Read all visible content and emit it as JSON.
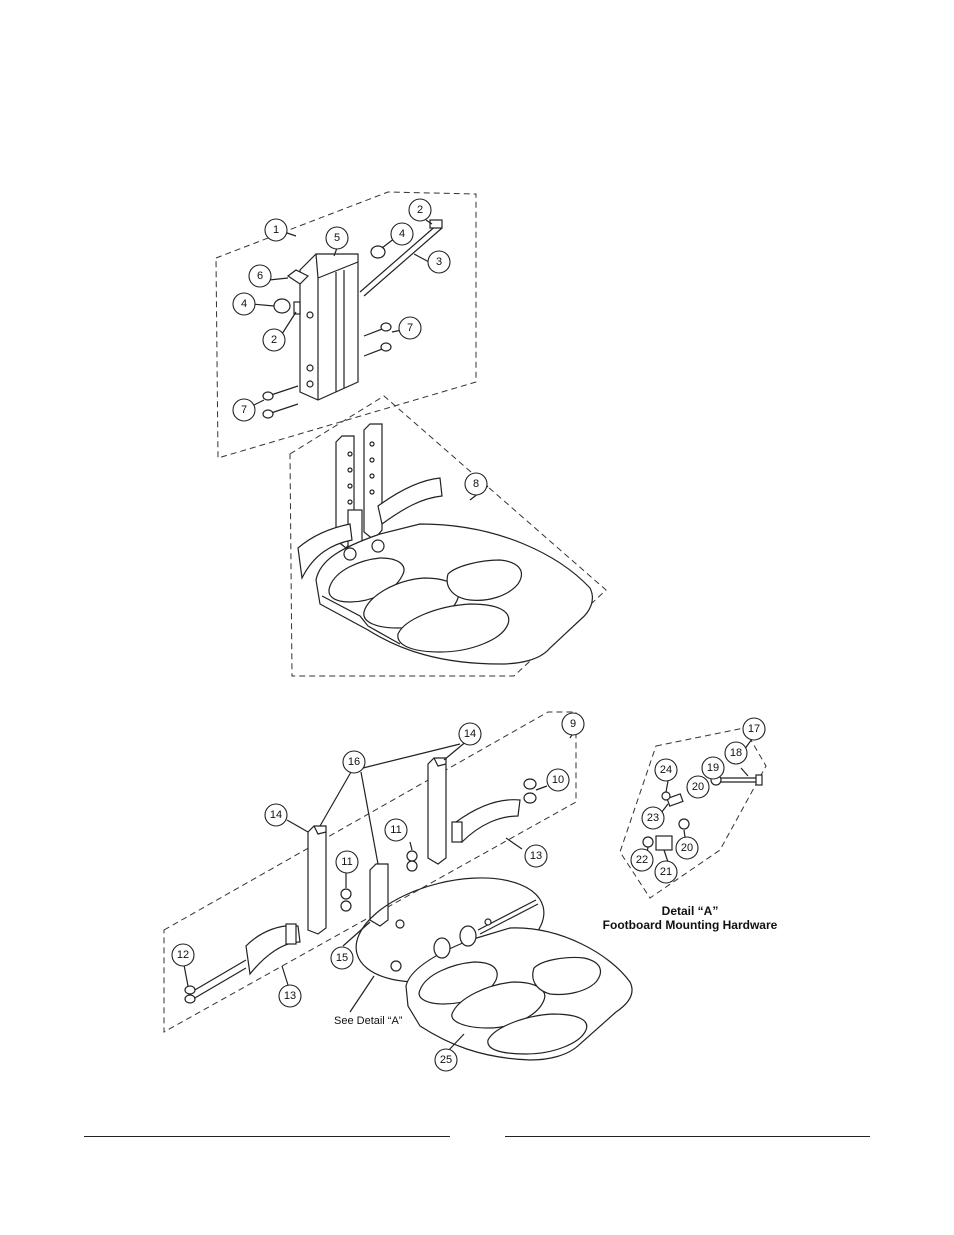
{
  "callouts": [
    {
      "id": "c1",
      "label": "1"
    },
    {
      "id": "c2a",
      "label": "2"
    },
    {
      "id": "c2b",
      "label": "2"
    },
    {
      "id": "c3",
      "label": "3"
    },
    {
      "id": "c4a",
      "label": "4"
    },
    {
      "id": "c4b",
      "label": "4"
    },
    {
      "id": "c5",
      "label": "5"
    },
    {
      "id": "c6",
      "label": "6"
    },
    {
      "id": "c7a",
      "label": "7"
    },
    {
      "id": "c7b",
      "label": "7"
    },
    {
      "id": "c8",
      "label": "8"
    },
    {
      "id": "c9",
      "label": "9"
    },
    {
      "id": "c10",
      "label": "10"
    },
    {
      "id": "c11a",
      "label": "11"
    },
    {
      "id": "c11b",
      "label": "11"
    },
    {
      "id": "c12",
      "label": "12"
    },
    {
      "id": "c13a",
      "label": "13"
    },
    {
      "id": "c13b",
      "label": "13"
    },
    {
      "id": "c14a",
      "label": "14"
    },
    {
      "id": "c14b",
      "label": "14"
    },
    {
      "id": "c15",
      "label": "15"
    },
    {
      "id": "c16",
      "label": "16"
    },
    {
      "id": "c17",
      "label": "17"
    },
    {
      "id": "c18",
      "label": "18"
    },
    {
      "id": "c19",
      "label": "19"
    },
    {
      "id": "c20a",
      "label": "20"
    },
    {
      "id": "c20b",
      "label": "20"
    },
    {
      "id": "c21",
      "label": "21"
    },
    {
      "id": "c22",
      "label": "22"
    },
    {
      "id": "c23",
      "label": "23"
    },
    {
      "id": "c24",
      "label": "24"
    },
    {
      "id": "c25",
      "label": "25"
    }
  ],
  "see_detail": "See Detail “A”",
  "detail_title": "Detail “A”",
  "detail_subtitle": "Footboard Mounting Hardware"
}
